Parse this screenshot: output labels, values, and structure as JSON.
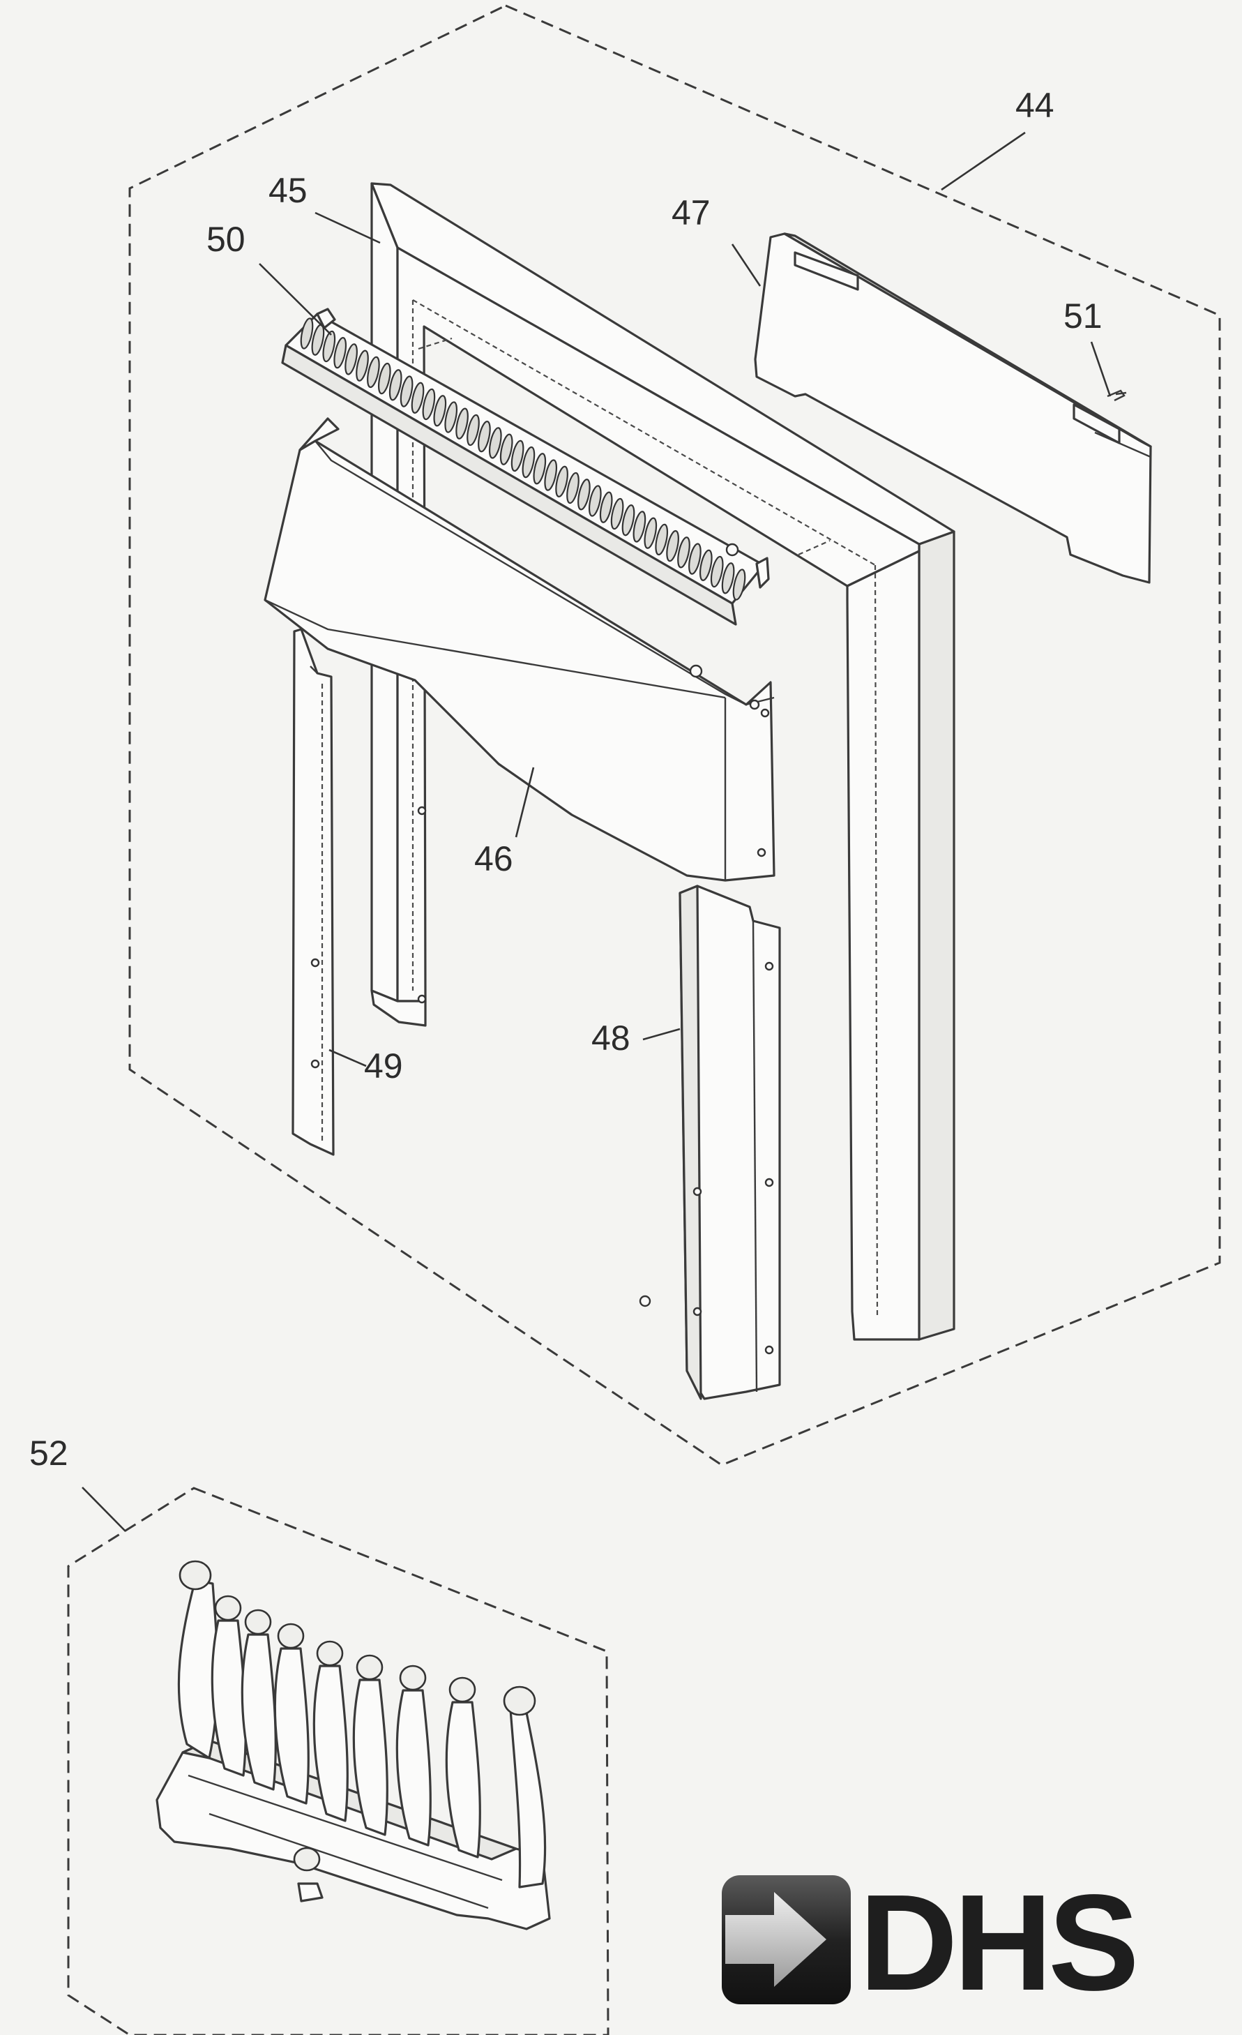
{
  "callouts": {
    "c44": "44",
    "c45": "45",
    "c46": "46",
    "c47": "47",
    "c48": "48",
    "c49": "49",
    "c50": "50",
    "c51": "51",
    "c52": "52"
  },
  "logo": {
    "text": "DHS",
    "icon": "arrow-right-icon"
  },
  "colors": {
    "line": "#3a3a3a",
    "paper": "#f4f4f2",
    "logo_dark": "#1e1e1e",
    "logo_arrow": "#c9c9c9"
  }
}
